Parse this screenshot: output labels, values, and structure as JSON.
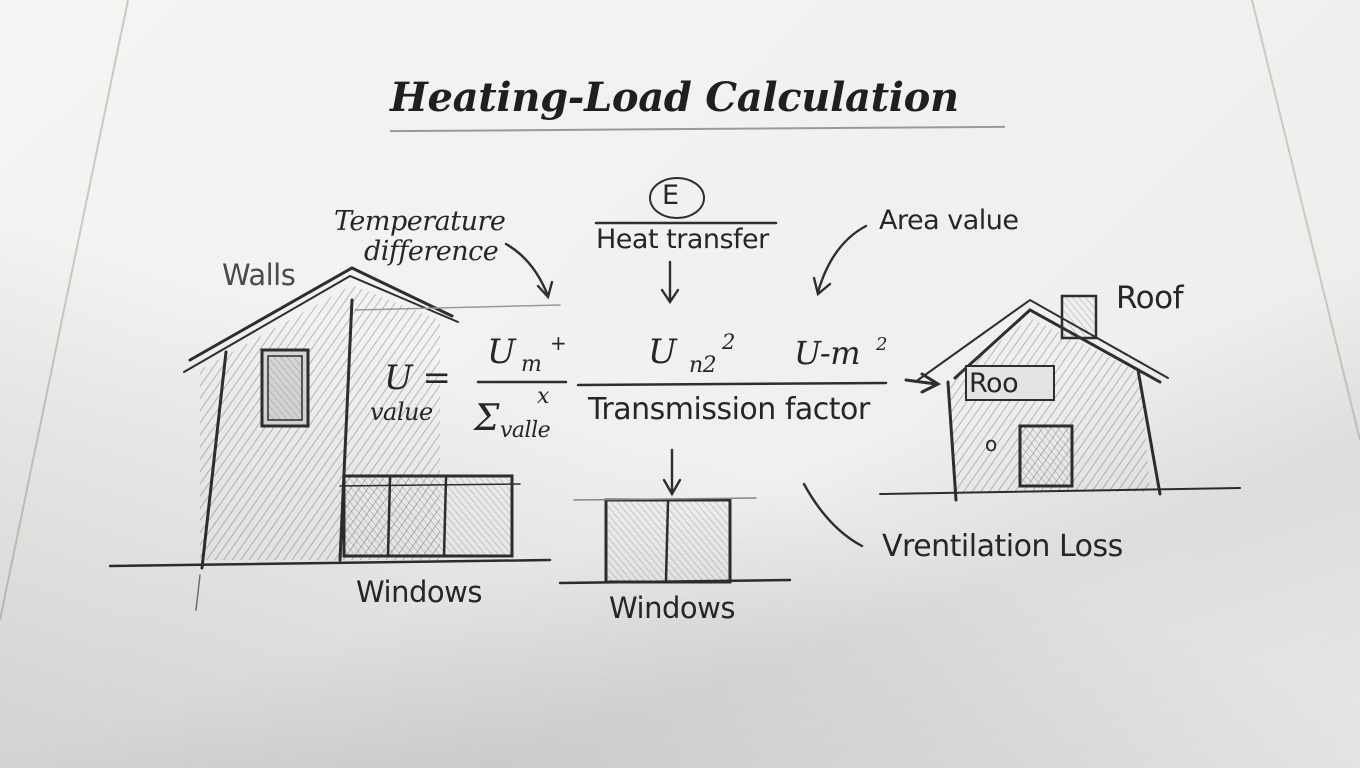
{
  "diagram": {
    "title": "Heating-Load Calculation",
    "labels": {
      "walls": "Walls",
      "temperature_line1": "Temperature",
      "temperature_line2": "difference",
      "circled_e": "E",
      "heat_transfer": "Heat transfer",
      "area_value": "Area value",
      "roof": "Roof",
      "roof_window": "Roo",
      "roof_small": "o",
      "windows_left": "Windows",
      "windows_center": "Windows",
      "ventilation_loss": "Vrentilation Loss",
      "transmission_factor": "Transmission factor"
    },
    "equation": {
      "u": "U =",
      "value": "value",
      "numerator_u": "U",
      "numerator_sub": "m",
      "numerator_sup": "+",
      "denominator_x": "x",
      "sigma": "Σ",
      "denominator_sub": "valle",
      "term2_u": "U",
      "term2_sub": "n2",
      "term2_sup": "2",
      "term3": "U-m",
      "term3_sup": "2"
    }
  },
  "colors": {
    "paper": "#f2f2f0",
    "pencil": "#2a2a2a",
    "pencil_light": "#7d7d7d"
  }
}
